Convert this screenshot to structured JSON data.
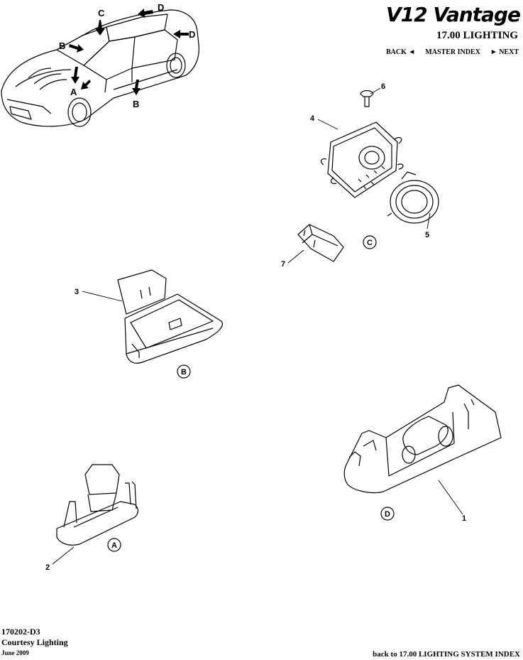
{
  "header": {
    "brand": "V12 Vantage",
    "section_title": "17.00 LIGHTING",
    "nav": {
      "back": "BACK ◄",
      "master_index": "MASTER INDEX",
      "next": "► NEXT"
    }
  },
  "callouts": {
    "A": "A",
    "B": "B",
    "C": "C",
    "D": "D",
    "p1": "1",
    "p2": "2",
    "p3": "3",
    "p4": "4",
    "p5": "5",
    "p6": "6",
    "p7": "7"
  },
  "footer": {
    "code": "170202-D3",
    "name": "Courtesy Lighting",
    "date": "June 2009",
    "back_link": "back to 17.00 LIGHTING SYSTEM INDEX"
  }
}
